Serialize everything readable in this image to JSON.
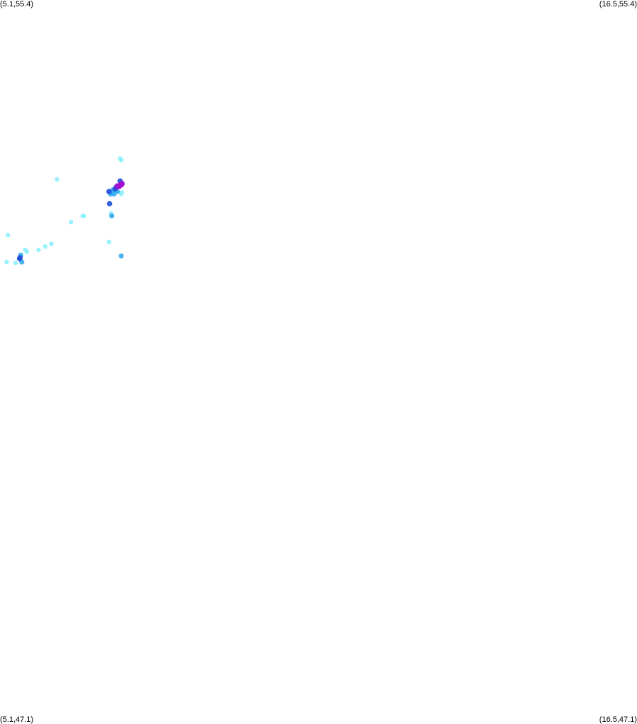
{
  "corners": {
    "top_left": "(5.1,55.4)",
    "top_right": "(16.5,55.4)",
    "bottom_left": "(5.1,47.1)",
    "bottom_right": "(16.5,47.1)"
  },
  "colors": {
    "low": "#88eefc",
    "mid": "#33aaee",
    "high": "#1f4fd8",
    "peak": "#a010d0"
  },
  "chart_data": {
    "type": "heatmap",
    "xlim": [
      5.1,
      16.5
    ],
    "ylim": [
      47.1,
      55.4
    ],
    "points": [
      {
        "lon": 7.25,
        "lat": 53.58,
        "level": "low"
      },
      {
        "lon": 7.27,
        "lat": 53.56,
        "level": "low"
      },
      {
        "lon": 6.12,
        "lat": 53.34,
        "level": "low"
      },
      {
        "lon": 7.27,
        "lat": 53.17,
        "level": "low"
      },
      {
        "lon": 7.28,
        "lat": 53.19,
        "level": "low"
      },
      {
        "lon": 7.25,
        "lat": 53.32,
        "level": "high"
      },
      {
        "lon": 7.28,
        "lat": 53.29,
        "level": "peak"
      },
      {
        "lon": 7.27,
        "lat": 53.28,
        "level": "peak"
      },
      {
        "lon": 7.23,
        "lat": 53.26,
        "level": "peak"
      },
      {
        "lon": 7.2,
        "lat": 53.26,
        "level": "peak"
      },
      {
        "lon": 7.18,
        "lat": 53.25,
        "level": "high"
      },
      {
        "lon": 7.16,
        "lat": 53.23,
        "level": "high"
      },
      {
        "lon": 7.12,
        "lat": 53.22,
        "level": "mid"
      },
      {
        "lon": 7.05,
        "lat": 53.2,
        "level": "high"
      },
      {
        "lon": 7.08,
        "lat": 53.17,
        "level": "mid"
      },
      {
        "lon": 7.1,
        "lat": 53.19,
        "level": "mid"
      },
      {
        "lon": 7.14,
        "lat": 53.17,
        "level": "mid"
      },
      {
        "lon": 7.2,
        "lat": 53.2,
        "level": "mid"
      },
      {
        "lon": 7.06,
        "lat": 53.06,
        "level": "high"
      },
      {
        "lon": 7.1,
        "lat": 52.92,
        "level": "mid"
      },
      {
        "lon": 7.09,
        "lat": 52.95,
        "level": "low"
      },
      {
        "lon": 6.58,
        "lat": 52.92,
        "level": "low"
      },
      {
        "lon": 6.6,
        "lat": 52.92,
        "level": "low"
      },
      {
        "lon": 6.37,
        "lat": 52.85,
        "level": "low"
      },
      {
        "lon": 5.24,
        "lat": 52.7,
        "level": "low"
      },
      {
        "lon": 6.02,
        "lat": 52.6,
        "level": "low"
      },
      {
        "lon": 5.91,
        "lat": 52.57,
        "level": "low"
      },
      {
        "lon": 5.79,
        "lat": 52.53,
        "level": "low"
      },
      {
        "lon": 5.58,
        "lat": 52.51,
        "level": "low"
      },
      {
        "lon": 5.55,
        "lat": 52.53,
        "level": "low"
      },
      {
        "lon": 5.47,
        "lat": 52.47,
        "level": "mid"
      },
      {
        "lon": 5.46,
        "lat": 52.44,
        "level": "high"
      },
      {
        "lon": 5.45,
        "lat": 52.43,
        "level": "high"
      },
      {
        "lon": 5.49,
        "lat": 52.39,
        "level": "mid"
      },
      {
        "lon": 5.38,
        "lat": 52.38,
        "level": "low"
      },
      {
        "lon": 5.22,
        "lat": 52.39,
        "level": "low"
      },
      {
        "lon": 7.05,
        "lat": 52.62,
        "level": "low"
      },
      {
        "lon": 7.27,
        "lat": 52.46,
        "level": "mid"
      }
    ]
  }
}
